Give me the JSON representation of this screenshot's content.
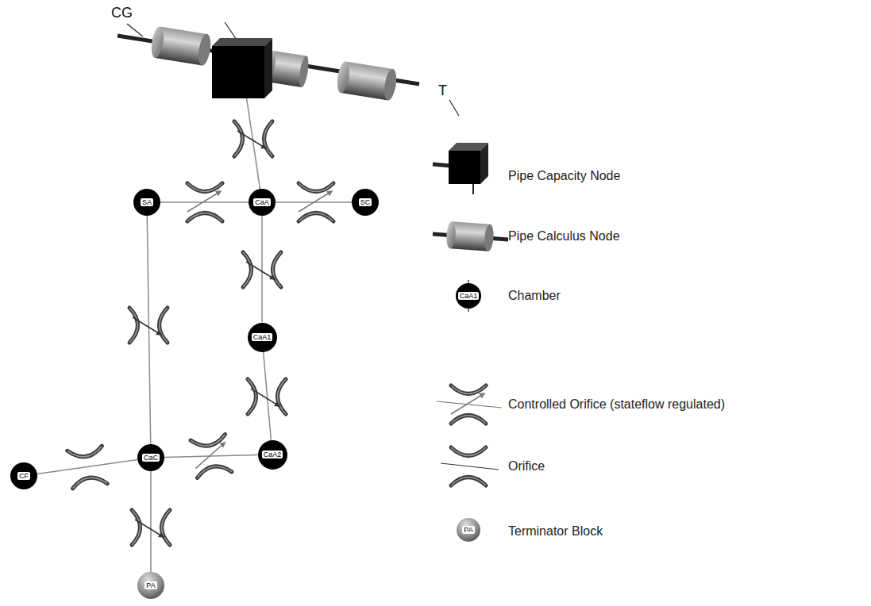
{
  "diagram": {
    "nodes": [
      {
        "text": [
          "T"
        ]
      },
      {
        "text": [
          "SA"
        ]
      },
      {
        "text": [
          "CaA"
        ]
      },
      {
        "text": [
          "SC"
        ]
      },
      {
        "text": [
          "CaA1"
        ]
      },
      {
        "text": [
          "CF"
        ]
      },
      {
        "text": [
          "CaC"
        ]
      },
      {
        "text": [
          "CaA2"
        ]
      },
      {
        "text": [
          "PA"
        ]
      }
    ],
    "edges": [
      {
        "from": 0,
        "to": 2,
        "arrow": "none"
      },
      {
        "from": 1,
        "to": 2,
        "arrow": "none"
      },
      {
        "from": 2,
        "to": 3,
        "arrow": "none"
      },
      {
        "from": 2,
        "to": 4,
        "arrow": "none"
      },
      {
        "from": 4,
        "to": 7,
        "arrow": "none"
      },
      {
        "from": 1,
        "to": 6,
        "arrow": "none"
      },
      {
        "from": 5,
        "to": 6,
        "arrow": "none"
      },
      {
        "from": 6,
        "to": 7,
        "arrow": "none"
      },
      {
        "from": 6,
        "to": 8,
        "arrow": "none"
      }
    ],
    "labels": [
      "CG",
      "T",
      "CaA1",
      "PA"
    ],
    "legend": [
      {
        "text": "Pipe Capacity Node"
      },
      {
        "text": "Pipe Calculus Node"
      },
      {
        "text": "Chamber"
      },
      {
        "text": "Controlled Orifice (stateflow regulated)"
      },
      {
        "text": "Orifice"
      },
      {
        "text": "Terminator Block"
      }
    ]
  }
}
